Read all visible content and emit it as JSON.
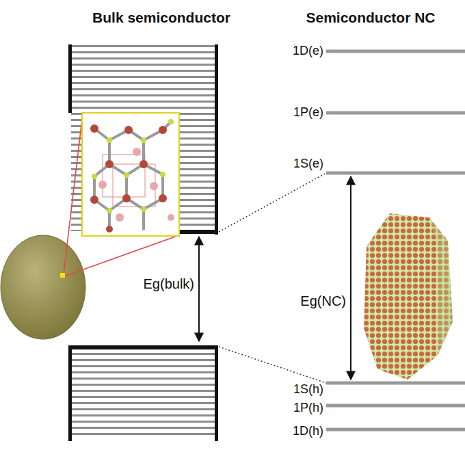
{
  "diagram": {
    "labels": [
      "Bulk semiconductor",
      "Semiconductor NC",
      "1D(e)",
      "1P(e)",
      "1S(e)",
      "Eg(bulk)",
      "Eg(NC)",
      "1S(h)",
      "1P(h)",
      "1D(h)"
    ]
  }
}
